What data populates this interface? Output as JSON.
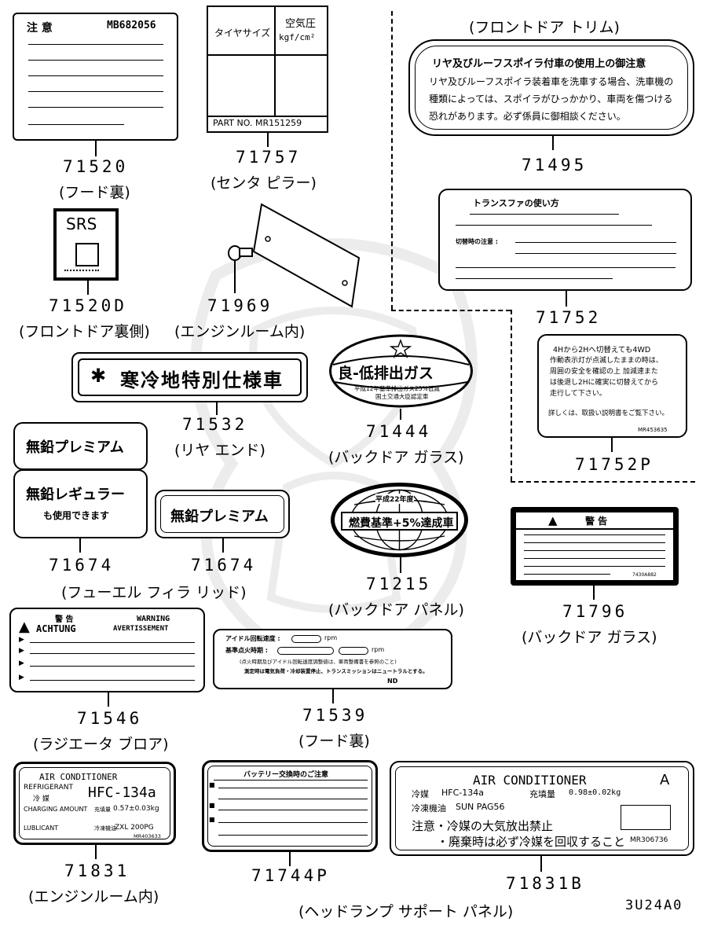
{
  "diagram_code": "3U24A0",
  "parts": [
    {
      "number": "71520",
      "location": "(フード裏)",
      "title": "注 意",
      "code": "MB682056"
    },
    {
      "number": "71757",
      "location": "(センタ ピラー)",
      "col1": "タイヤサイズ",
      "col2a": "空気圧",
      "col2b": "kgf/cm²",
      "part_no": "PART NO. MR151259"
    },
    {
      "number": "71520D",
      "location": "(フロントドア裏側)",
      "text": "SRS"
    },
    {
      "number": "71969",
      "location": "(エンジンルーム内)"
    },
    {
      "number": "71495",
      "location_header": "(フロントドア トリム)",
      "title": "リヤ及びルーフスポイラ付車の使用上の御注意",
      "body1": "リヤ及びルーフスポイラ装着車を洗車する場合、洗車機の",
      "body2": "種類によっては、スポイラがひっかかり、車両を傷つける",
      "body3": "恐れがあります。必ず係員に御相談ください。"
    },
    {
      "number": "71752",
      "title": "トランスファの使い方",
      "note_label": "切替時の注意 :"
    },
    {
      "number": "71752P",
      "body1": "4Hから2Hへ切替えても4WD",
      "body2": "作動表示灯が点滅したままの時は、",
      "body3": "周囲の安全を確認の上 加減速また",
      "body4": "は後退し2Hに確実に切替えてから",
      "body5": "走行して下さい。",
      "body6": "詳しくは、取扱い説明書をご覧下さい。",
      "code": "MR453635"
    },
    {
      "number": "71532",
      "location": "(リヤ エンド)",
      "text": "寒冷地特別仕様車"
    },
    {
      "number": "71444",
      "location": "(バックドア ガラス)",
      "text": "良-低排出ガス",
      "sub1": "平成12年基準排出ガス25%低減",
      "sub2": "国土交通大臣認定車"
    },
    {
      "number": "71674",
      "location": "(フューエル フィラ リッド)",
      "text_a": "無鉛プレミアム",
      "text_b": "無鉛レギュラー",
      "text_b2": "も使用できます"
    },
    {
      "number": "71674",
      "text": "無鉛プレミアム"
    },
    {
      "number": "71215",
      "location": "(バックドア パネル)",
      "top": "平成22年度",
      "text": "燃費基準+5%達成車"
    },
    {
      "number": "71796",
      "location": "(バックドア ガラス)",
      "title": "警 告",
      "code": "7430A882"
    },
    {
      "number": "71546",
      "location": "(ラジエータ ブロア)",
      "top": "警 告",
      "w1": "WARNING",
      "w2": "ACHTUNG",
      "w3": "AVERTISSEMENT"
    },
    {
      "number": "71539",
      "location": "(フード裏)",
      "row1": "アイドル回転速度 :",
      "row2": "基準点火時期 :",
      "unit": "rpm",
      "note1": "(点火時期及びアイドル回転速度調整値は、車両整備書を参照のこと)",
      "note2": "測定時は電気負荷・冷却装置停止、トランスミッションはニュートラルとする。",
      "code": "ND"
    },
    {
      "number": "71831",
      "location": "(エンジンルーム内)",
      "title": "AIR CONDITIONER",
      "refrigerant": "REFRIGERANT",
      "refrigerant_jp": "冷 媒",
      "gas": "HFC-134a",
      "charging": "CHARGING AMOUNT",
      "charging_jp": "充填量",
      "amount": "0.57±0.03kg",
      "lubricant": "LUBLICANT",
      "lubricant_jp": "冷凍機油",
      "oil": "ZXL 200PG",
      "code": "MR403633"
    },
    {
      "number": "71744P",
      "title": "バッテリー交換時のご注意"
    },
    {
      "number": "71831B",
      "title": "AIR CONDITIONER",
      "mark": "A",
      "r1a": "冷媒",
      "r1b": "HFC-134a",
      "r1c": "充填量",
      "r1d": "0.98±0.02kg",
      "r2a": "冷凍機油",
      "r2b": "SUN PAG56",
      "r3": "注意・冷媒の大気放出禁止",
      "r4": "・廃棄時は必ず冷媒を回収すること",
      "code": "MR306736"
    }
  ],
  "shared_location": "(ヘッドランプ サポート パネル)"
}
